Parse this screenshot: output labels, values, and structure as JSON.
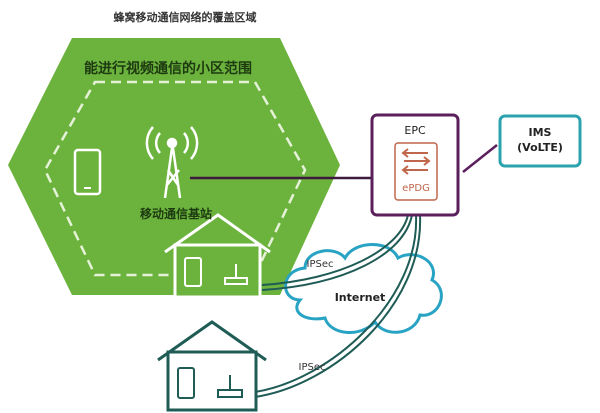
{
  "labels": {
    "coverage_area": "蜂窝移动通信网络的覆盖区域",
    "video_cell_range": "能进行视频通信的小区范围",
    "base_station": "移动通信基站",
    "epc": "EPC",
    "epdg": "ePDG",
    "ims_line1": "IMS",
    "ims_line2": "(VoLTE)",
    "internet": "Internet",
    "ipsec_top": "IPSec",
    "ipsec_bottom": "IPSec"
  },
  "colors": {
    "hexagon": "#6cb33e",
    "epc": "#5b1f5b",
    "epdg": "#c0664a",
    "ims": "#2aa3ad",
    "cloud": "#29a3c4",
    "house_bottom": "#1f5c56"
  }
}
